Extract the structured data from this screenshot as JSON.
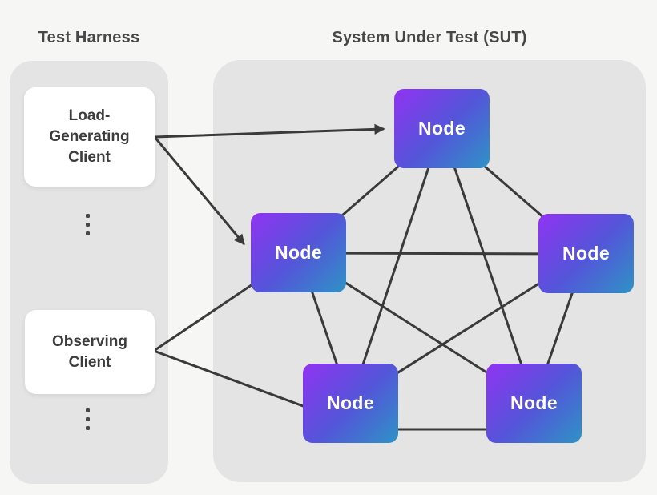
{
  "headings": {
    "left": "Test Harness",
    "right": "System Under Test (SUT)"
  },
  "harness": {
    "clients": [
      {
        "id": "load-generating-client",
        "lines": [
          "Load-",
          "Generating",
          "Client"
        ]
      },
      {
        "id": "observing-client",
        "lines": [
          "Observing",
          "Client"
        ]
      }
    ],
    "ellipsis_icon": "vertical-ellipsis-icon"
  },
  "sut": {
    "nodes": [
      {
        "id": "node-top",
        "label": "Node"
      },
      {
        "id": "node-left",
        "label": "Node"
      },
      {
        "id": "node-right",
        "label": "Node"
      },
      {
        "id": "node-bottom-left",
        "label": "Node"
      },
      {
        "id": "node-bottom-right",
        "label": "Node"
      }
    ]
  },
  "connections": {
    "arrows": [
      {
        "from": "load-generating-client",
        "to": "node-top"
      },
      {
        "from": "load-generating-client",
        "to": "node-left"
      }
    ],
    "lines": [
      {
        "from": "observing-client",
        "to": "node-left"
      },
      {
        "from": "observing-client",
        "to": "node-bottom-left"
      },
      {
        "from": "node-top",
        "to": "node-left"
      },
      {
        "from": "node-top",
        "to": "node-right"
      },
      {
        "from": "node-top",
        "to": "node-bottom-left"
      },
      {
        "from": "node-top",
        "to": "node-bottom-right"
      },
      {
        "from": "node-left",
        "to": "node-right"
      },
      {
        "from": "node-left",
        "to": "node-bottom-left"
      },
      {
        "from": "node-left",
        "to": "node-bottom-right"
      },
      {
        "from": "node-right",
        "to": "node-bottom-left"
      },
      {
        "from": "node-right",
        "to": "node-bottom-right"
      },
      {
        "from": "node-bottom-left",
        "to": "node-bottom-right"
      }
    ]
  },
  "colors": {
    "background": "#f6f6f5",
    "panel": "#e4e4e5",
    "card": "#ffffff",
    "node_gradient_start": "#9033f2",
    "node_gradient_mid": "#5455d9",
    "node_gradient_end": "#2e93c6",
    "wire": "#3a3a3a",
    "heading_text": "#474747",
    "card_text": "#3c3c3c",
    "node_text": "#ffffff"
  }
}
